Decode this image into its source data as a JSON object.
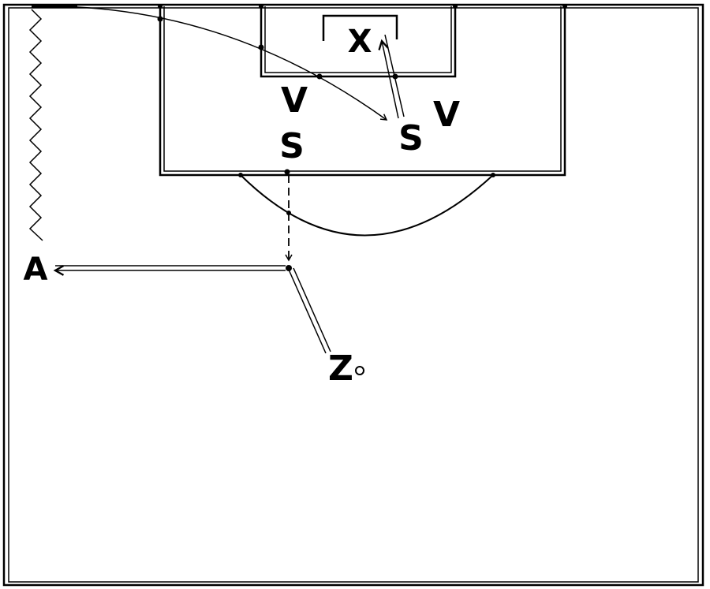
{
  "labels": {
    "goalkeeper": "X",
    "defender_left": "V",
    "defender_right": "V",
    "striker_center": "S",
    "striker_right": "S",
    "attacker": "A",
    "start": "Z"
  },
  "colors": {
    "line": "#000000",
    "background": "#ffffff"
  }
}
